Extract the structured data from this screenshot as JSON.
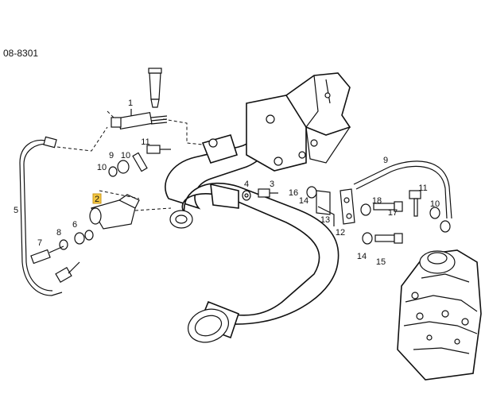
{
  "diagram": {
    "part_code": "08-8301",
    "highlight_color": "#f5c842",
    "callouts": [
      {
        "id": "c1",
        "label": "1"
      },
      {
        "id": "c2",
        "label": "2",
        "highlighted": true
      },
      {
        "id": "c3",
        "label": "3"
      },
      {
        "id": "c4",
        "label": "4"
      },
      {
        "id": "c5",
        "label": "5"
      },
      {
        "id": "c6",
        "label": "6"
      },
      {
        "id": "c7",
        "label": "7"
      },
      {
        "id": "c8",
        "label": "8"
      },
      {
        "id": "c9a",
        "label": "9"
      },
      {
        "id": "c9b",
        "label": "9"
      },
      {
        "id": "c10a",
        "label": "10"
      },
      {
        "id": "c10b",
        "label": "10"
      },
      {
        "id": "c10c",
        "label": "10"
      },
      {
        "id": "c11a",
        "label": "11"
      },
      {
        "id": "c11b",
        "label": "11"
      },
      {
        "id": "c12",
        "label": "12"
      },
      {
        "id": "c13",
        "label": "13"
      },
      {
        "id": "c14a",
        "label": "14"
      },
      {
        "id": "c14b",
        "label": "14"
      },
      {
        "id": "c15",
        "label": "15"
      },
      {
        "id": "c16",
        "label": "16"
      },
      {
        "id": "c17",
        "label": "17"
      },
      {
        "id": "c18",
        "label": "18"
      }
    ]
  }
}
